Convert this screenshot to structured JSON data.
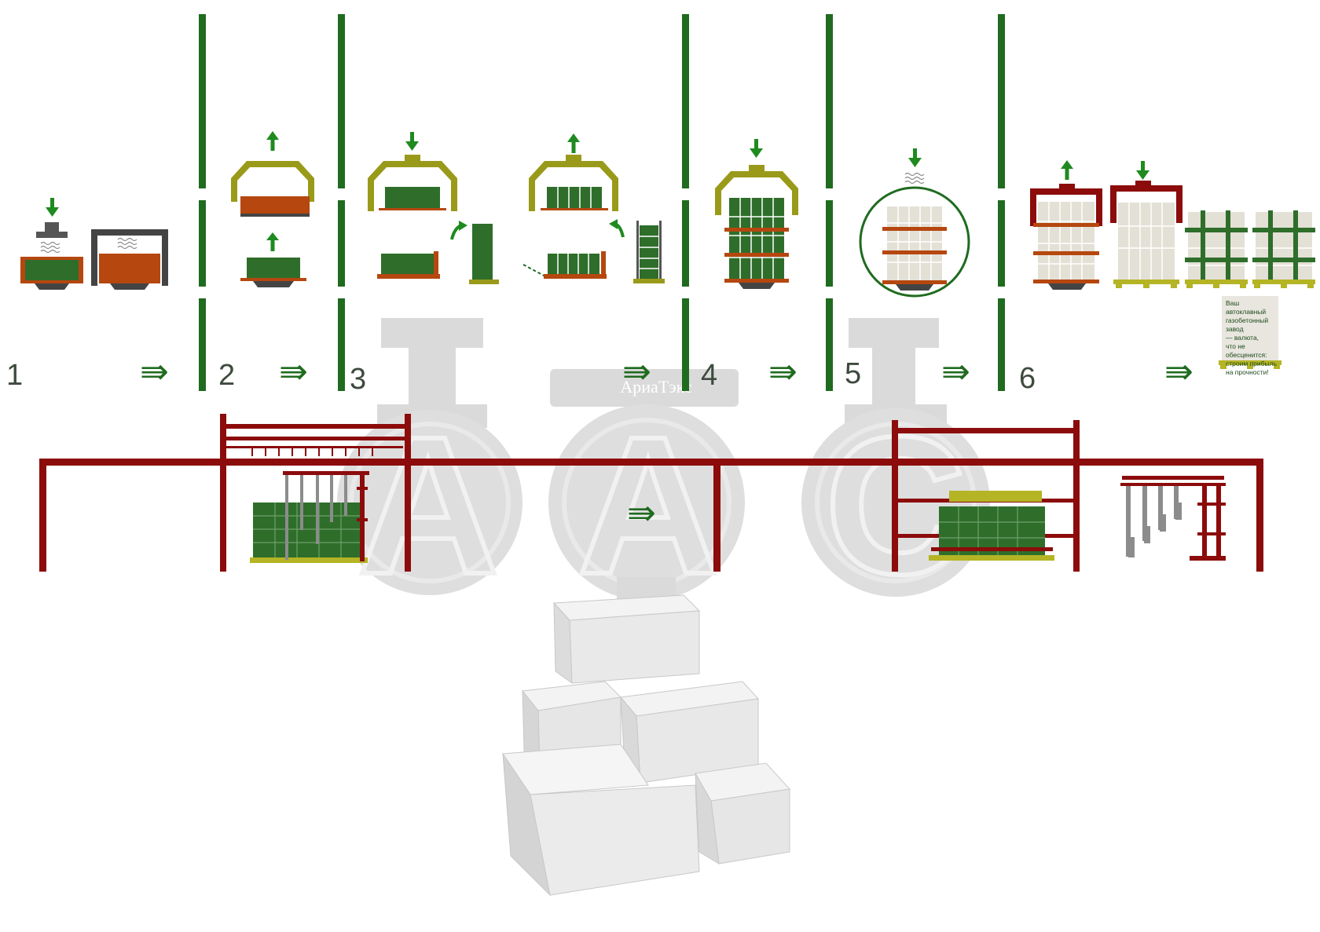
{
  "stages": [
    {
      "number": "1"
    },
    {
      "number": "2"
    },
    {
      "number": "3"
    },
    {
      "number": "4"
    },
    {
      "number": "5"
    },
    {
      "number": "6"
    }
  ],
  "flow_arrow": "⇛",
  "watermark": {
    "letters": [
      "А",
      "А",
      "С"
    ],
    "brand": "АриаТэкс"
  },
  "final_block_label": "Ваш автоклавный\nгазобетонный завод\n— валюта,\nчто не обесценится:\nстроим прибыль\nна прочности!",
  "colors": {
    "divider_green": "#1f6b1f",
    "block_green": "#2e6e2a",
    "mold_orange": "#b5470f",
    "frame_red": "#8c0b0b",
    "olive": "#9a9a1a",
    "pallet_yellow": "#b4b424",
    "dark_gray": "#444444",
    "watermark_gray": "#c9c9c9"
  }
}
